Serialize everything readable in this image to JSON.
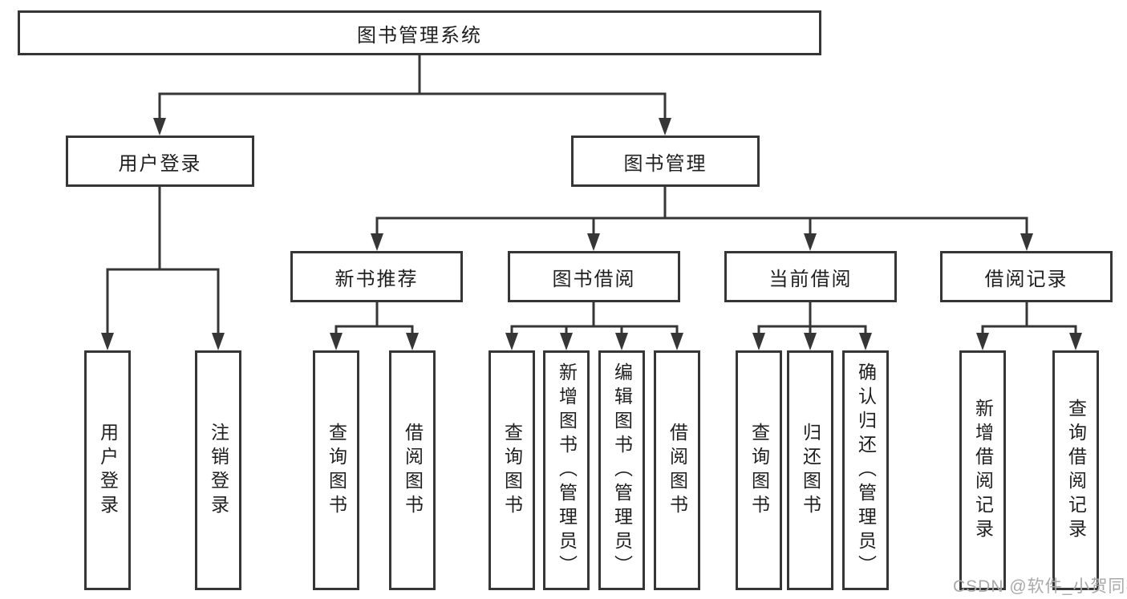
{
  "tree": {
    "root": "图书管理系统",
    "children": [
      {
        "label": "用户登录",
        "children": [
          {
            "label": "用户登录"
          },
          {
            "label": "注销登录"
          }
        ]
      },
      {
        "label": "图书管理",
        "children": [
          {
            "label": "新书推荐",
            "children": [
              {
                "label": "查询图书"
              },
              {
                "label": "借阅图书"
              }
            ]
          },
          {
            "label": "图书借阅",
            "children": [
              {
                "label": "查询图书"
              },
              {
                "label": "新增图书（管理员）"
              },
              {
                "label": "编辑图书（管理员）"
              },
              {
                "label": "借阅图书"
              }
            ]
          },
          {
            "label": "当前借阅",
            "children": [
              {
                "label": "查询图书"
              },
              {
                "label": "归还图书"
              },
              {
                "label": "确认归还（管理员）"
              }
            ]
          },
          {
            "label": "借阅记录",
            "children": [
              {
                "label": "新增借阅记录"
              },
              {
                "label": "查询借阅记录"
              }
            ]
          }
        ]
      }
    ]
  },
  "watermark": "CSDN @软件_小贺同学",
  "colors": {
    "line": "#363636",
    "text": "#1f1f1f",
    "watermark": "#a9a9a9"
  }
}
